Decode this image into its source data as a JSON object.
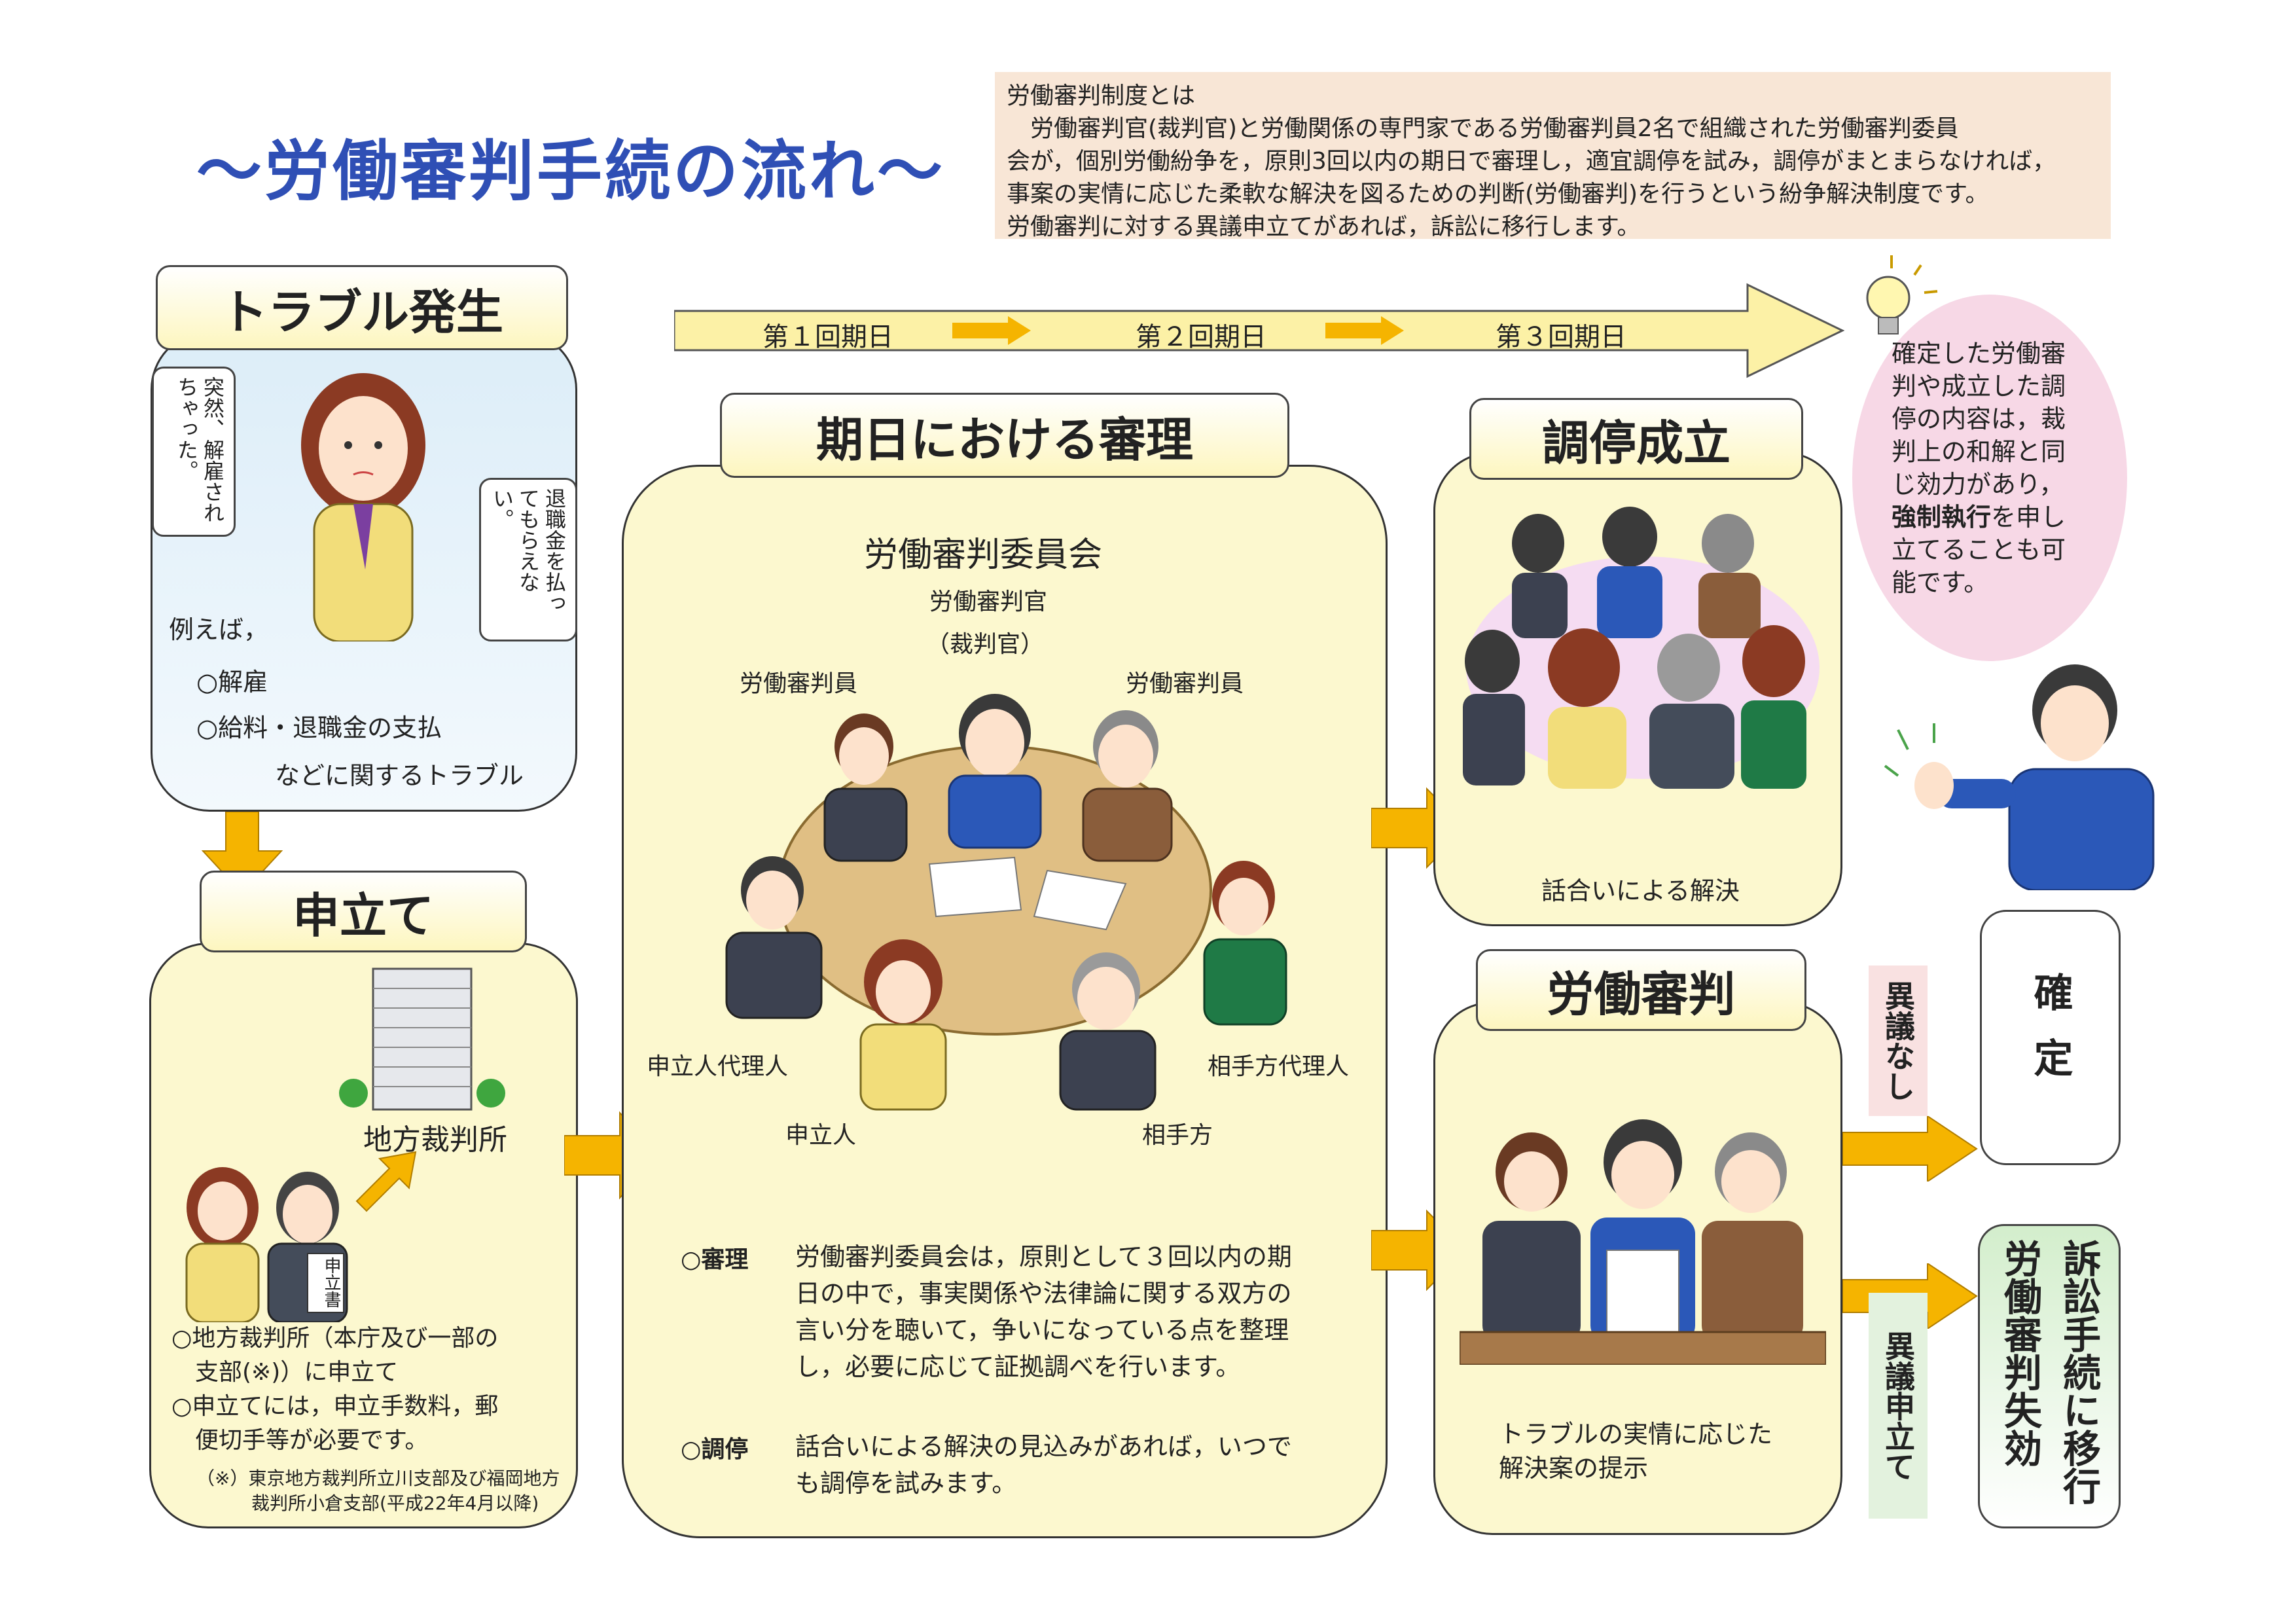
{
  "title": "〜労働審判手続の流れ〜",
  "intro": {
    "heading": "労働審判制度とは",
    "lines": [
      "　労働審判官(裁判官)と労働関係の専門家である労働審判員2名で組織された労働審判委員",
      "会が，個別労働紛争を，原則3回以内の期日で審理し，適宜調停を試み，調停がまとまらなければ，",
      "事案の実情に応じた柔軟な解決を図るための判断(労働審判)を行うという紛争解決制度です。",
      "労働審判に対する異議申立てがあれば，訴訟に移行します。"
    ]
  },
  "timeline": {
    "d1": "第１回期日",
    "d2": "第２回期日",
    "d3": "第３回期日"
  },
  "trouble": {
    "header": "トラブル発生",
    "bubble1": "突然、解雇されちゃった。",
    "bubble2": "退職金を払ってもらえない。",
    "lead": "例えば，",
    "item1": "○解雇",
    "item2": "○給料・退職金の支払",
    "tail": "などに関するトラブル"
  },
  "filing": {
    "header": "申立て",
    "court": "地方裁判所",
    "doc": "申立書",
    "line1": "○地方裁判所（本庁及び一部の",
    "line2": "　支部(※)）に申立て",
    "line3": "○申立てには，申立手数料，郵",
    "line4": "　便切手等が必要です。",
    "note1": "（※）東京地方裁判所立川支部及び福岡地方",
    "note2": "　　　裁判所小倉支部(平成22年4月以降)"
  },
  "hearing": {
    "header": "期日における審理",
    "committee": "労働審判委員会",
    "judge": "労働審判官",
    "judge_sub": "（裁判官）",
    "member_l": "労働審判員",
    "member_r": "労働審判員",
    "agent_l": "申立人代理人",
    "agent_r": "相手方代理人",
    "applicant": "申立人",
    "respondent": "相手方",
    "shinri_label": "○審理",
    "shinri_text": "労働審判委員会は，原則として３回以内の期日の中で，事実関係や法律論に関する双方の言い分を聴いて，争いになっている点を整理し，必要に応じて証拠調べを行います。",
    "chotei_label": "○調停",
    "chotei_text": "話合いによる解決の見込みがあれば，いつでも調停を試みます。"
  },
  "mediation": {
    "header": "調停成立",
    "caption": "話合いによる解決"
  },
  "judgment": {
    "header": "労働審判",
    "caption1": "トラブルの実情に応じた",
    "caption2": "解決案の提示"
  },
  "speech": {
    "line1": "確定した労働審",
    "line2": "判や成立した調",
    "line3": "停の内容は，裁",
    "line4": "判上の和解と同",
    "line5": "じ効力があり，",
    "bold": "強制執行",
    "line6a": "を申し",
    "line7": "立てることも可",
    "line8": "能です。"
  },
  "outcomes": {
    "no_objection": "異議なし",
    "final": "確定",
    "objection": "異議申立て",
    "lawsuit": "訴訟手続に移行",
    "lapse": "労働審判失効"
  },
  "colors": {
    "title": "#2f4fb5",
    "arrow": "#f5b400",
    "panel": "#fcf8cf",
    "intro_bg": "#f8e6d6"
  }
}
